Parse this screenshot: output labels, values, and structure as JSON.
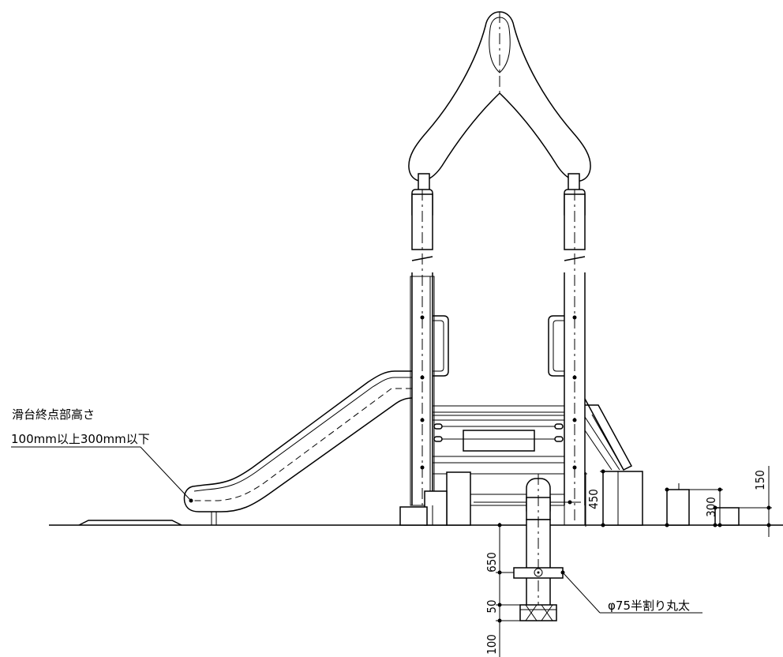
{
  "labels": {
    "slide_end_title": "滑台終点部高さ",
    "slide_end_spec": "100mm以上300mm以下",
    "log_spec": "φ75半割り丸太"
  },
  "dimensions": {
    "post_depth": "650",
    "base_gap": "50",
    "footing": "100",
    "step_height": "450",
    "bench_high": "300",
    "bench_low": "150"
  }
}
